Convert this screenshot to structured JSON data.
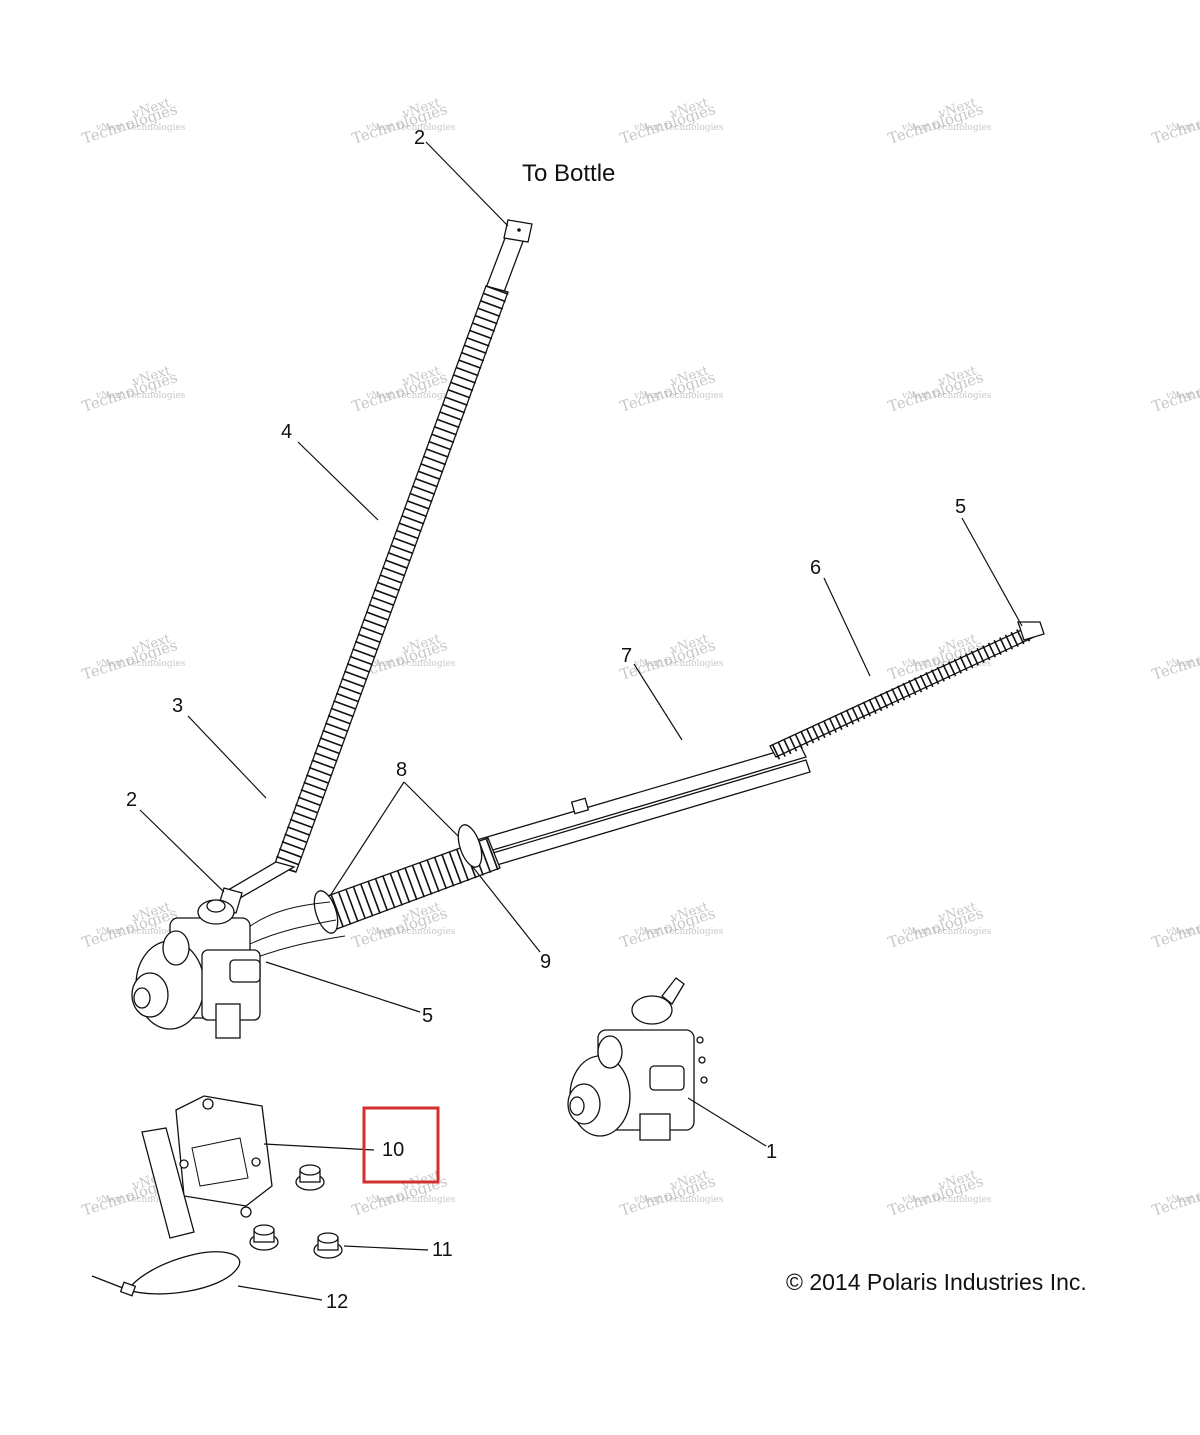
{
  "diagram": {
    "title": "To Bottle",
    "copyright": "© 2014 Polaris Industries Inc.",
    "highlight_color": "#d32f2f",
    "watermark": {
      "line1": "vNext",
      "line2": "vNext Technologies",
      "line3": "Technologies"
    },
    "callouts": [
      {
        "id": "c2-top",
        "label": "2"
      },
      {
        "id": "c4",
        "label": "4"
      },
      {
        "id": "c5-right",
        "label": "5"
      },
      {
        "id": "c6",
        "label": "6"
      },
      {
        "id": "c7",
        "label": "7"
      },
      {
        "id": "c3",
        "label": "3"
      },
      {
        "id": "c8",
        "label": "8"
      },
      {
        "id": "c2-left",
        "label": "2"
      },
      {
        "id": "c9",
        "label": "9"
      },
      {
        "id": "c5-low",
        "label": "5"
      },
      {
        "id": "c1",
        "label": "1"
      },
      {
        "id": "c10",
        "label": "10"
      },
      {
        "id": "c11",
        "label": "11"
      },
      {
        "id": "c12",
        "label": "12"
      }
    ]
  }
}
